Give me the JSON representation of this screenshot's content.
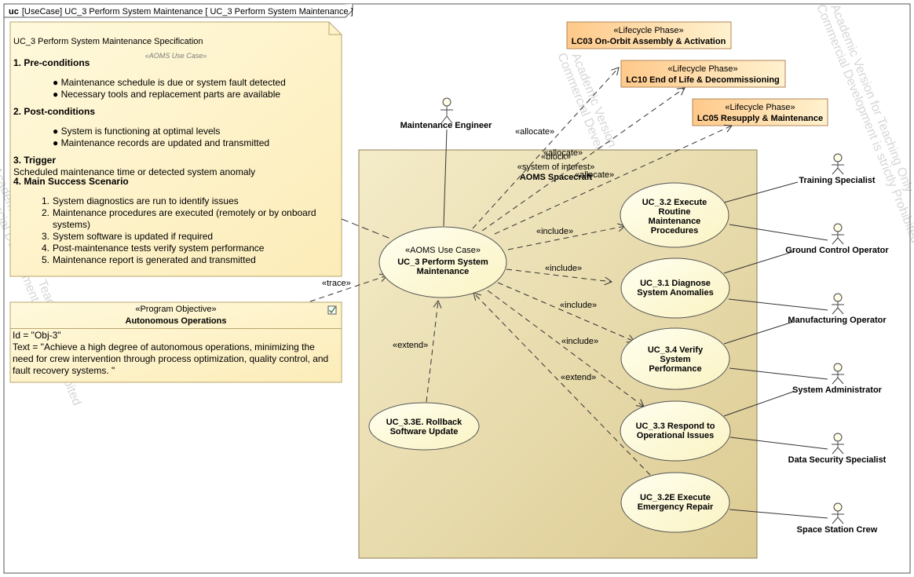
{
  "frame": {
    "kind": "uc",
    "title": "[UseCase] UC_3 Perform System Maintenance [ UC_3 Perform System Maintenance ]"
  },
  "spec_note": {
    "title": "UC_3 Perform System Maintenance Specification",
    "stereotype": "«AOMS Use Case»",
    "preconditions_heading": "1. Pre-conditions",
    "preconditions": [
      "Maintenance schedule is due or system fault detected",
      "Necessary tools and replacement parts are available"
    ],
    "postconditions_heading": "2. Post-conditions",
    "postconditions": [
      "System is functioning at optimal levels",
      "Maintenance records are updated and transmitted"
    ],
    "trigger_heading": "3. Trigger",
    "trigger_text": "Scheduled maintenance time or detected system anomaly",
    "scenario_heading": "4. Main Success Scenario",
    "scenario": [
      "System diagnostics are run to identify issues",
      "Maintenance procedures are executed (remotely or by onboard systems)",
      "System software is updated if required",
      "Post-maintenance tests verify system performance",
      "Maintenance report is generated and transmitted"
    ]
  },
  "objective": {
    "stereotype": "«Program Objective»",
    "name": "Autonomous Operations",
    "id_line": "Id = \"Obj-3\"",
    "text_line": "Text = \"Achieve a high degree of autonomous operations, minimizing the need for crew intervention through process optimization, quality control, and fault recovery systems. \""
  },
  "lifecycle_phases": [
    {
      "stereotype": "«Lifecycle Phase»",
      "name": "LC03 On-Orbit Assembly & Activation"
    },
    {
      "stereotype": "«Lifecycle Phase»",
      "name": "LC10 End of Life & Decommissioning"
    },
    {
      "stereotype": "«Lifecycle Phase»",
      "name": "LC05 Resupply & Maintenance"
    }
  ],
  "system_boundary": {
    "stereotype1": "«block»",
    "stereotype2": "«system of interest»",
    "name": "AOMS Spacecraft"
  },
  "main_use_case": {
    "stereotype": "«AOMS Use Case»",
    "name_line1": "UC_3 Perform System",
    "name_line2": "Maintenance"
  },
  "use_cases": [
    {
      "lines": [
        "UC_3.2 Execute",
        "Routine",
        "Maintenance",
        "Procedures"
      ]
    },
    {
      "lines": [
        "UC_3.1 Diagnose",
        "System Anomalies"
      ]
    },
    {
      "lines": [
        "UC_3.4 Verify",
        "System",
        "Performance"
      ]
    },
    {
      "lines": [
        "UC_3.3 Respond to",
        "Operational Issues"
      ]
    },
    {
      "lines": [
        "UC_3.2E Execute",
        "Emergency Repair"
      ]
    },
    {
      "lines": [
        "UC_3.3E. Rollback",
        "Software Update"
      ]
    }
  ],
  "actors": [
    "Maintenance Engineer",
    "Training Specialist",
    "Ground Control Operator",
    "Manufacturing Operator",
    "System Administrator",
    "Data Security Specialist",
    "Space Station Crew"
  ],
  "relation_labels": {
    "allocate": "«allocate»",
    "include": "«include»",
    "extend": "«extend»",
    "trace": "«trace»"
  },
  "watermark": {
    "line1": "Academic Version for Teaching Only",
    "line2": "Commercial Development is strictly Prohibited"
  },
  "colors": {
    "note_fill": "#fff7d6",
    "note_border": "#c8b77a",
    "boundary_fill": "#ece0b5",
    "usecase_fill": "#fffdd8",
    "lifecycle_fill": "#ffd79a",
    "watermark": "#d2d2d2"
  }
}
